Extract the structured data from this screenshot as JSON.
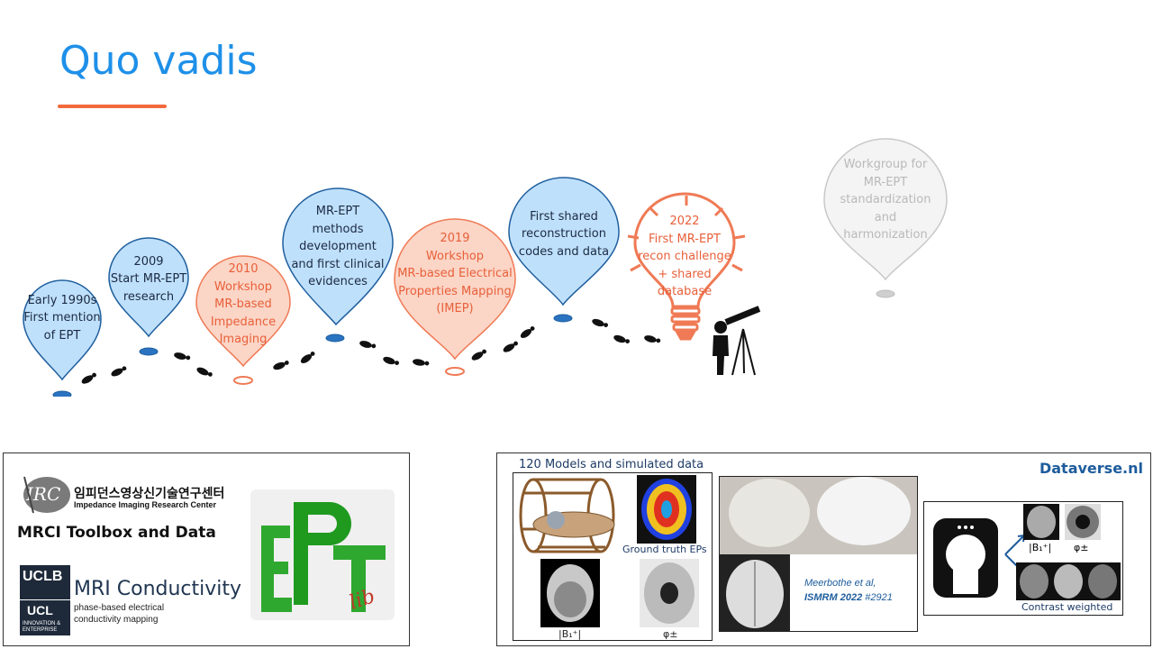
{
  "slide": {
    "title": "Quo vadis"
  },
  "timeline": {
    "milestones": [
      {
        "year": "",
        "lines": [
          "Early 1990s",
          "First mention",
          "of EPT"
        ],
        "style": "blue"
      },
      {
        "year": "",
        "lines": [
          "2009",
          "Start MR-EPT",
          "research"
        ],
        "style": "blue"
      },
      {
        "year": "",
        "lines": [
          "2010",
          "Workshop",
          "MR-based",
          "Impedance",
          "Imaging"
        ],
        "style": "orange"
      },
      {
        "year": "",
        "lines": [
          "MR-EPT",
          "methods",
          "development",
          "and first clinical",
          "evidences"
        ],
        "style": "blue"
      },
      {
        "year": "",
        "lines": [
          "2019",
          "Workshop",
          "MR-based Electrical",
          "Properties Mapping",
          "(IMEP)"
        ],
        "style": "orange"
      },
      {
        "year": "",
        "lines": [
          "First shared",
          "reconstruction",
          "codes and data"
        ],
        "style": "blue"
      },
      {
        "year": "",
        "lines": [
          "2022",
          "First MR-EPT",
          "recon challenge",
          "+ shared",
          "database"
        ],
        "style": "bulb"
      },
      {
        "year": "",
        "lines": [
          "Workgroup for",
          "MR-EPT",
          "standardization",
          "and",
          "harmonization"
        ],
        "style": "grey"
      }
    ]
  },
  "left_panel": {
    "irc_korean": "임피던스영상신기술연구센터",
    "irc_english": "Impedance Imaging Research Center",
    "mrci_title": "MRCI Toolbox and Data",
    "uclb": "UCLB",
    "ucl": "UCL",
    "ucl_sub": "INNOVATION & ENTERPRISE",
    "mri_conductivity": "MRI Conductivity",
    "mri_desc1": "phase-based electrical",
    "mri_desc2": "conductivity mapping",
    "ept_logo_sub": "lib"
  },
  "right_panel": {
    "dataverse": "Dataverse.nl",
    "models_title": "120 Models and simulated data",
    "ground_truth": "Ground truth EPs",
    "b1_label": "|B₁⁺|",
    "phi_label": "φ±",
    "citation_line1": "Meerbothe et al,",
    "citation_line2_bold": "ISMRM 2022",
    "citation_line2_num": " #2921",
    "b1_label2": "|B₁⁺|",
    "phi_label2": "φ±",
    "contrast": "Contrast weighted"
  },
  "colors": {
    "title": "#1e90e8",
    "accent": "#f26a3c",
    "blue_fill": "#bfe0fb",
    "blue_stroke": "#1f5f9e",
    "orange_fill": "#fbd5c6",
    "orange_stroke": "#ef7a55",
    "grey_fill": "#f4f4f4",
    "grey_stroke": "#c8c8c8"
  }
}
